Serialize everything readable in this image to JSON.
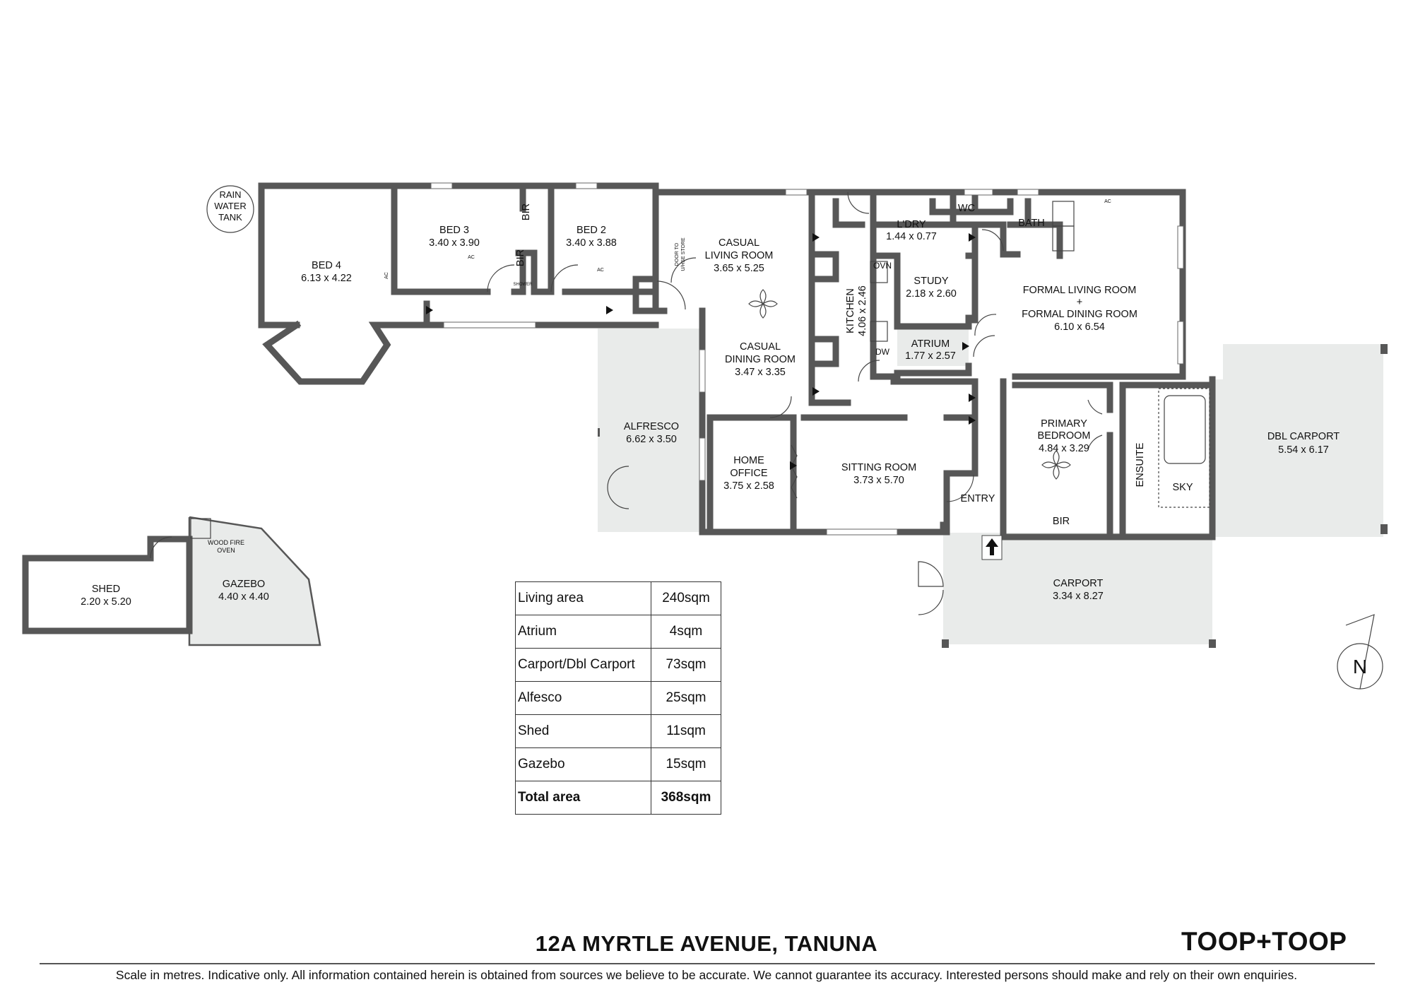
{
  "rooms": {
    "bed4": {
      "name": "BED 4",
      "dims": "6.13 x 4.22"
    },
    "bed3": {
      "name": "BED 3",
      "dims": "3.40 x 3.90"
    },
    "bed2": {
      "name": "BED 2",
      "dims": "3.40 x 3.88"
    },
    "casual_living": {
      "name_1": "CASUAL",
      "name_2": "LIVING ROOM",
      "dims": "3.65 x 5.25"
    },
    "casual_dining": {
      "name_1": "CASUAL",
      "name_2": "DINING ROOM",
      "dims": "3.47 x 3.35"
    },
    "kitchen": {
      "name": "KITCHEN",
      "dims": "4.06 x 2.46"
    },
    "laundry": {
      "name": "L'DRY",
      "dims": "1.44 x 0.77"
    },
    "wc": {
      "name": "WC"
    },
    "bath": {
      "name": "BATH"
    },
    "study": {
      "name": "STUDY",
      "dims": "2.18 x 2.60"
    },
    "atrium": {
      "name": "ATRIUM",
      "dims": "1.77 x 2.57"
    },
    "formal": {
      "name_1": "FORMAL LIVING ROOM",
      "plus": "+",
      "name_2": "FORMAL DINING ROOM",
      "dims": "6.10 x 6.54"
    },
    "alfresco": {
      "name": "ALFRESCO",
      "dims": "6.62 x 3.50"
    },
    "home_office": {
      "name_1": "HOME",
      "name_2": "OFFICE",
      "dims": "3.75 x 2.58"
    },
    "sitting": {
      "name": "SITTING ROOM",
      "dims": "3.73 x 5.70"
    },
    "entry": {
      "name": "ENTRY"
    },
    "primary_bedroom": {
      "name_1": "PRIMARY",
      "name_2": "BEDROOM",
      "dims": "4.84 x 3.29"
    },
    "ensuite": {
      "name": "ENSUITE"
    },
    "sky": {
      "name": "SKY"
    },
    "primary_bir": {
      "name": "BIR"
    },
    "dbl_carport": {
      "name": "DBL CARPORT",
      "dims": "5.54 x 6.17"
    },
    "carport": {
      "name": "CARPORT",
      "dims": "3.34 x 8.27"
    },
    "shed": {
      "name": "SHED",
      "dims": "2.20 x 5.20"
    },
    "gazebo": {
      "name": "GAZEBO",
      "dims": "4.40 x 4.40"
    }
  },
  "fixtures": {
    "rain_tank": [
      "RAIN",
      "WATER",
      "TANK"
    ],
    "bir": "BIR",
    "oven_short": "OVN",
    "dishwasher_short": "DW",
    "wood_fire_oven": [
      "WOOD FIRE",
      "OVEN"
    ],
    "ac": "AC",
    "shower": "SHOWER",
    "door_to_store": [
      "DOOR TO",
      "U/HSE STORE"
    ]
  },
  "area_table": {
    "rows": [
      {
        "label": "Living area",
        "value": "240sqm"
      },
      {
        "label": "Atrium",
        "value": "4sqm"
      },
      {
        "label": "Carport/Dbl Carport",
        "value": "73sqm"
      },
      {
        "label": "Alfesco",
        "value": "25sqm"
      },
      {
        "label": "Shed",
        "value": "11sqm"
      },
      {
        "label": "Gazebo",
        "value": "15sqm"
      }
    ],
    "total": {
      "label": "Total area",
      "value": "368sqm"
    }
  },
  "north_label": "N",
  "address": "12A MYRTLE AVENUE, TANUNA",
  "brand": "TOOP+TOOP",
  "disclaimer": "Scale in metres. Indicative only. All information contained herein is obtained from sources we believe to be accurate. We cannot guarantee its accuracy. Interested persons should make and rely on their own enquiries.",
  "colors": {
    "wall": "#575757",
    "outdoor_fill": "#e9ebea"
  }
}
